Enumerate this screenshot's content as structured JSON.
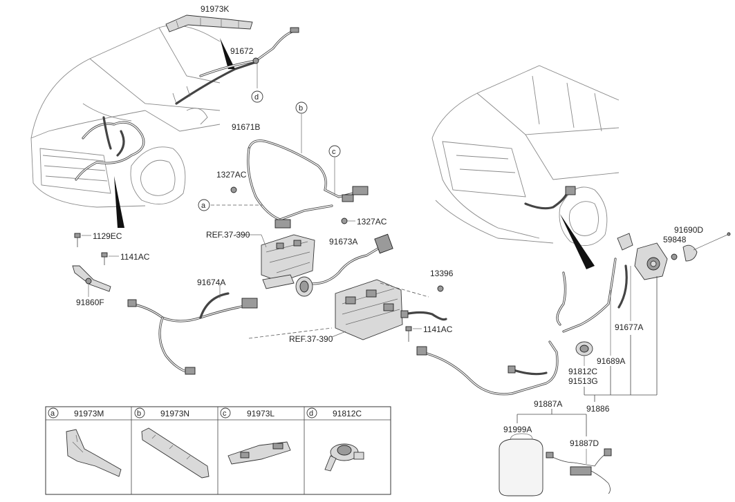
{
  "callouts": {
    "p91973K": "91973K",
    "p91672": "91672",
    "p91671B": "91671B",
    "p1327AC_1": "1327AC",
    "p1327AC_2": "1327AC",
    "ref1": "REF.37-390",
    "ref2": "REF.37-390",
    "p91673A": "91673A",
    "p91674A": "91674A",
    "p1129EC": "1129EC",
    "p1141AC_1": "1141AC",
    "p91860F": "91860F",
    "p13396": "13396",
    "p1141AC_2": "1141AC",
    "p91690D": "91690D",
    "p59848": "59848",
    "p91677A": "91677A",
    "p91689A": "91689A",
    "p91812C": "91812C",
    "p91513G": "91513G",
    "p91886": "91886",
    "p91887A": "91887A",
    "p91999A": "91999A",
    "p91887D": "91887D"
  },
  "circle_refs": {
    "a": "a",
    "b": "b",
    "c": "c",
    "d": "d"
  },
  "legend": [
    {
      "key": "a",
      "part": "91973M"
    },
    {
      "key": "b",
      "part": "91973N"
    },
    {
      "key": "c",
      "part": "91973L"
    },
    {
      "key": "d",
      "part": "91812C"
    }
  ]
}
